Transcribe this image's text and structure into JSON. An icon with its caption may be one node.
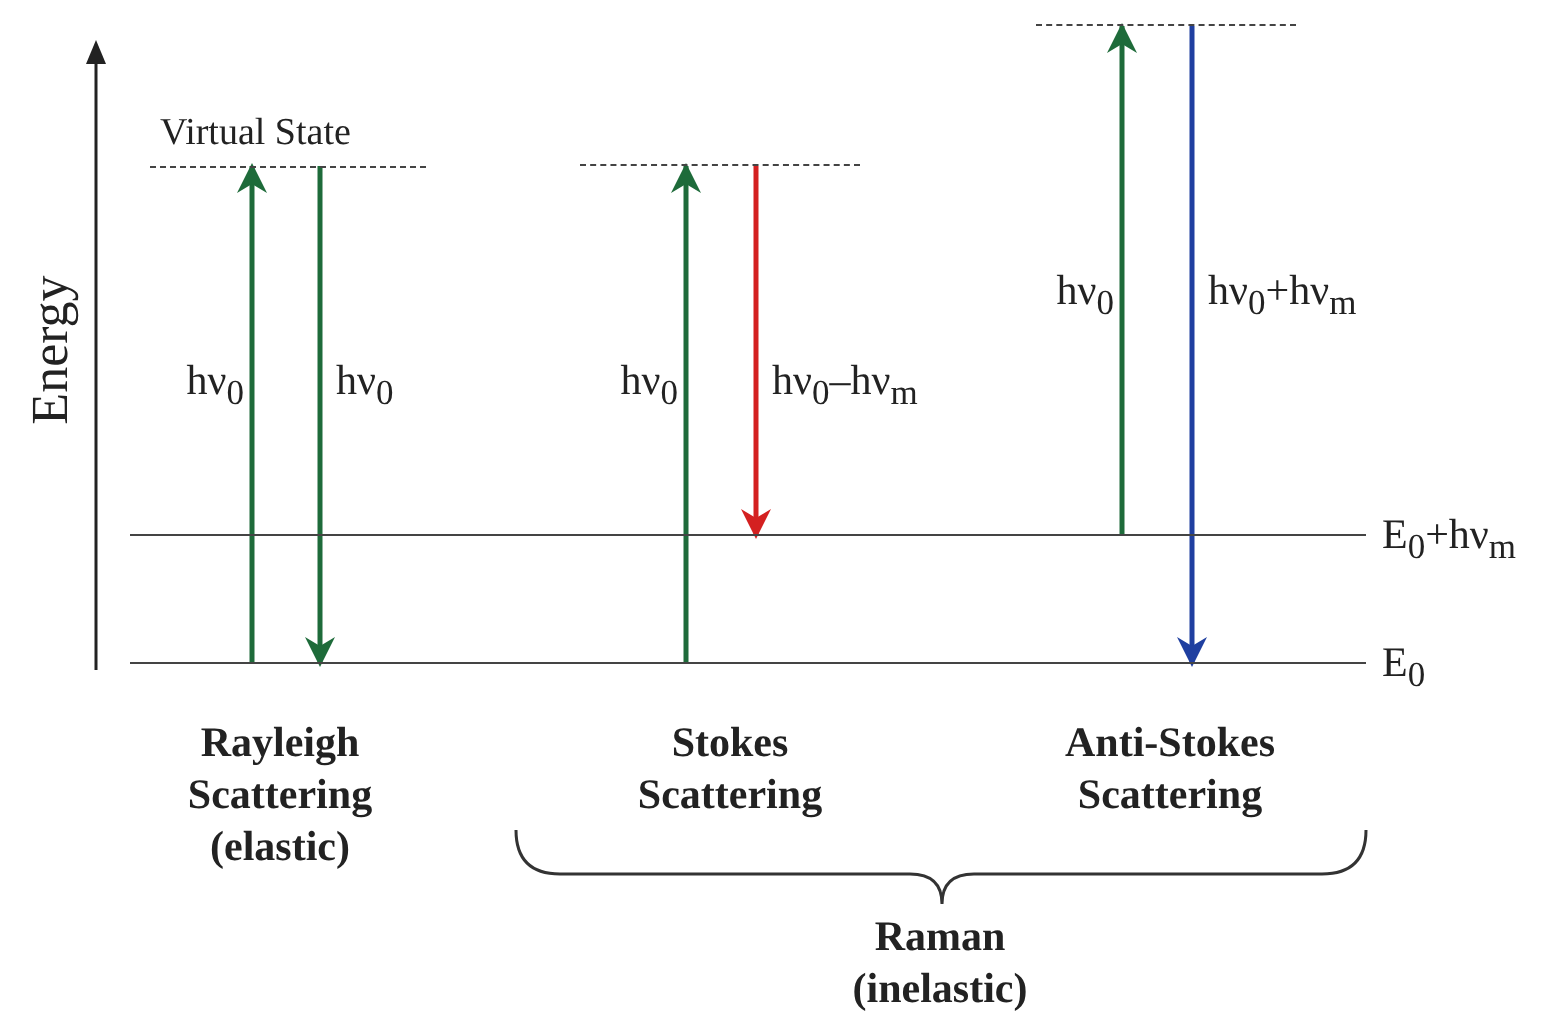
{
  "diagram": {
    "nodes": [
      {
        "text": [
          "Virtual State"
        ]
      },
      {
        "text": [],
        "shape": "bar"
      },
      {
        "text": [],
        "shape": "bar"
      },
      {
        "text": [
          "E$_{0}$+hν$_{m}$"
        ]
      },
      {
        "text": [
          "E$_{0}$"
        ]
      }
    ],
    "edges": [
      {
        "from": 4,
        "to": 0,
        "arrow": "to",
        "label": "hν$_{0}$"
      },
      {
        "from": 0,
        "to": 4,
        "arrow": "to",
        "label": "hν$_{0}$"
      },
      {
        "from": 4,
        "to": 1,
        "arrow": "to",
        "label": "hν$_{0}$"
      },
      {
        "from": 1,
        "to": 3,
        "arrow": "to",
        "label": "hν$_{0}$–hν$_{m}$",
        "color": "#d42020"
      },
      {
        "from": 3,
        "to": 2,
        "arrow": "to",
        "label": "hν$_{0}$"
      },
      {
        "from": 2,
        "to": 4,
        "arrow": "to",
        "label": "hν$_{0}$+hν$_{m}$",
        "color": "#1f3fa0"
      }
    ],
    "labels": [
      "Energy",
      "Rayleigh Scattering (elastic)",
      "Stokes Scattering",
      "Anti-Stokes Scattering",
      "Raman (inelastic)"
    ]
  }
}
